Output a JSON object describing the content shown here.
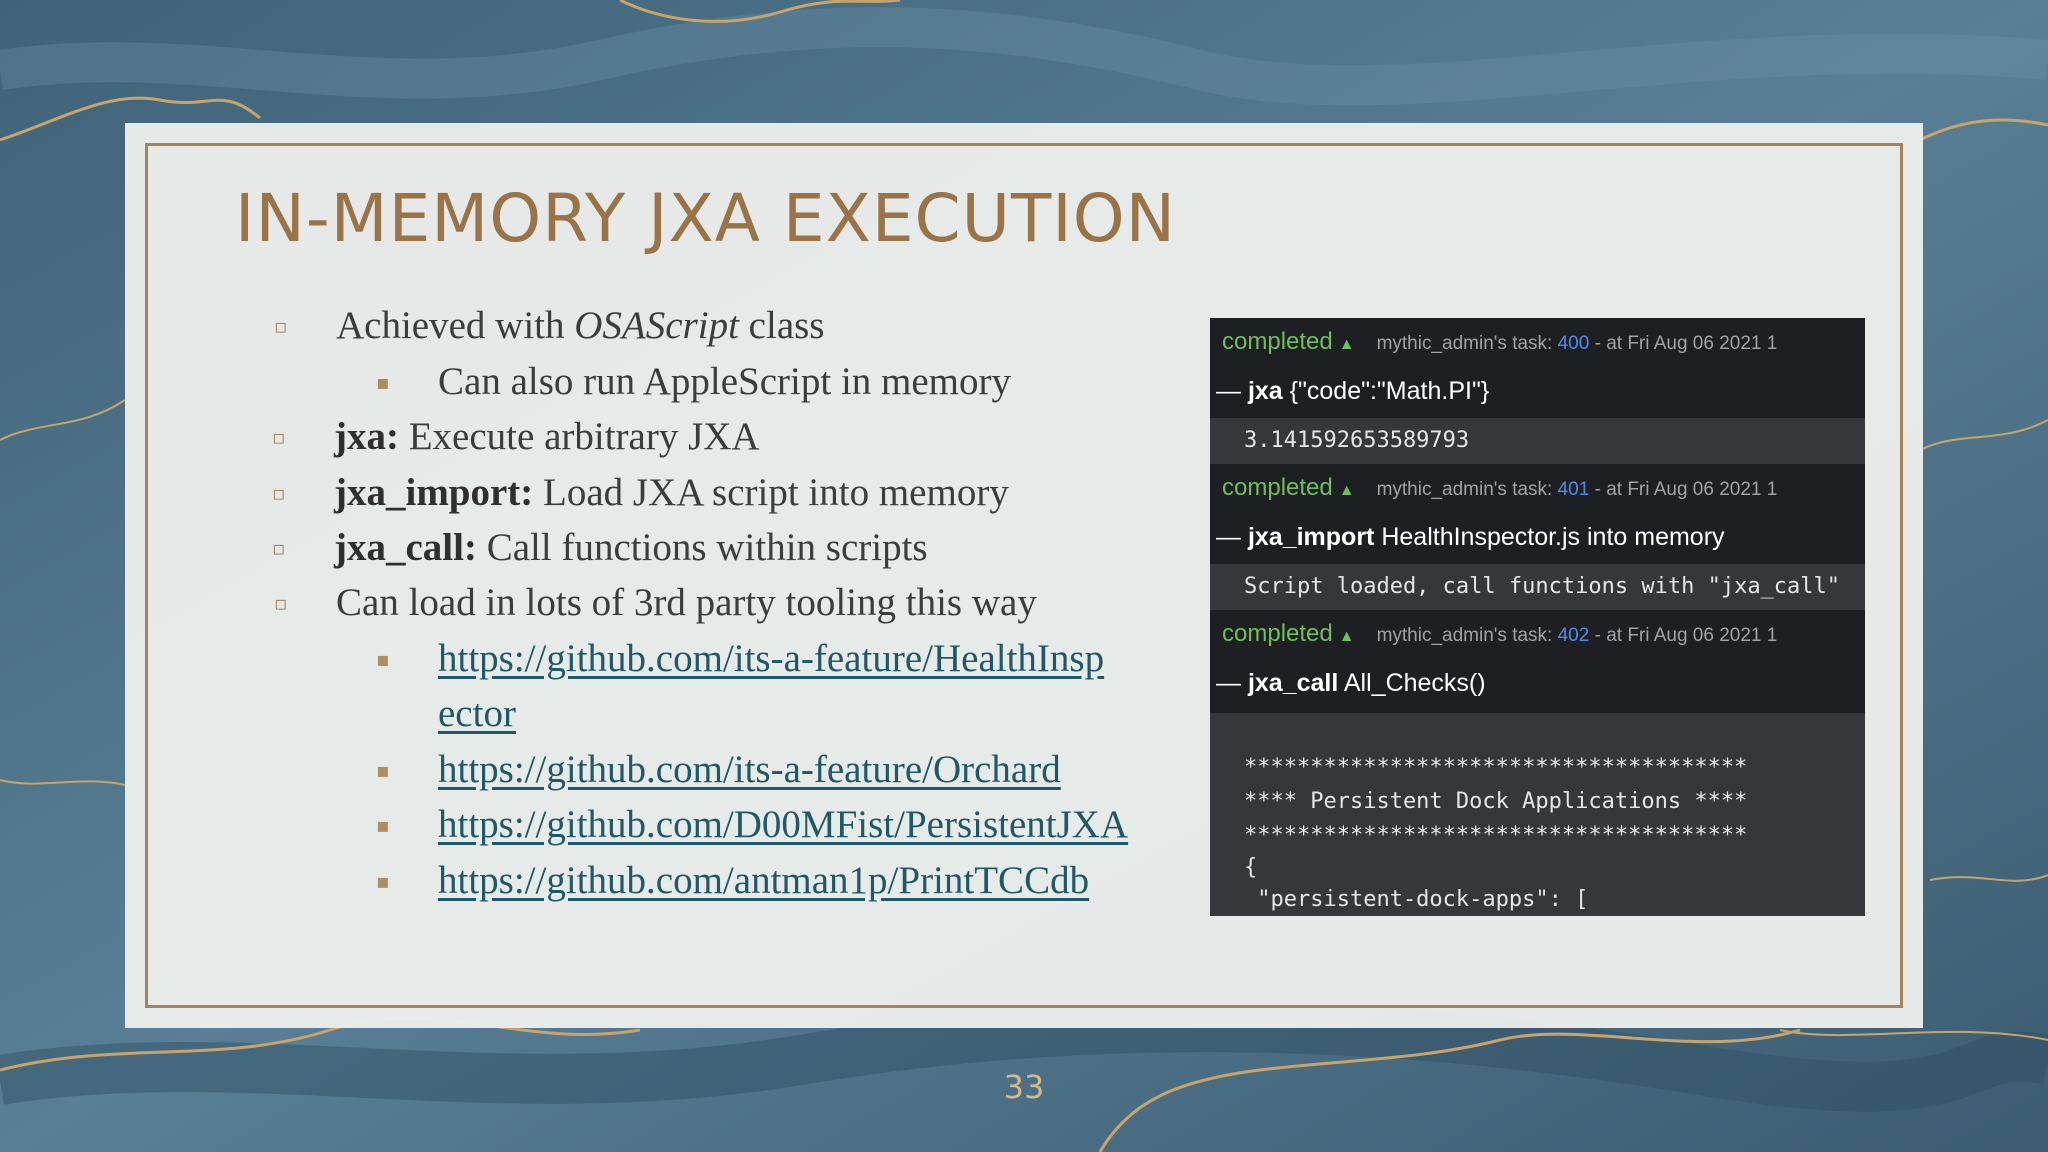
{
  "slide": {
    "title": "IN-MEMORY JXA EXECUTION",
    "page_number": "33"
  },
  "bullets": {
    "b1": {
      "pre": "Achieved with ",
      "em": "OSAScript",
      "post": " class"
    },
    "b1a": "Can also run AppleScript in memory",
    "b2": {
      "bold": "jxa:",
      "text": " Execute arbitrary JXA"
    },
    "b3": {
      "bold": "jxa_import:",
      "text": " Load JXA script into memory"
    },
    "b4": {
      "bold": "jxa_call:",
      "text": " Call functions within scripts"
    },
    "b5": "Can load in lots of 3rd party tooling this way",
    "links": [
      {
        "line1": "https://github.com/its-a-feature/HealthInsp",
        "line2": "ector"
      },
      {
        "line1": "https://github.com/its-a-feature/Orchard"
      },
      {
        "line1": "https://github.com/D00MFist/PersistentJXA"
      },
      {
        "line1": "https://github.com/antman1p/PrintTCCdb"
      }
    ]
  },
  "terminal": {
    "status_label": "completed",
    "tasks": [
      {
        "meta_prefix": "mythic_admin's task: ",
        "id": "400",
        "meta_suffix": " - at Fri Aug 06 2021 1",
        "command": "jxa",
        "args": " {\"code\":\"Math.PI\"}",
        "output": "3.141592653589793"
      },
      {
        "meta_prefix": "mythic_admin's task: ",
        "id": "401",
        "meta_suffix": " - at Fri Aug 06 2021 1",
        "command": "jxa_import",
        "args": " HealthInspector.js into memory",
        "output": "Script loaded, call functions with \"jxa_call\""
      },
      {
        "meta_prefix": "mythic_admin's task: ",
        "id": "402",
        "meta_suffix": " - at Fri Aug 06 2021 1",
        "command": "jxa_call",
        "args": " All_Checks()",
        "output_lines": [
          "**************************************",
          "**** Persistent Dock Applications ****",
          "**************************************",
          "{",
          " \"persistent-dock-apps\": ["
        ]
      }
    ]
  },
  "colors": {
    "title": "#9a7447",
    "link": "#1f5866",
    "status_green": "#6fbf5a",
    "task_id_blue": "#4b8cf0",
    "frame_gold": "#a78457"
  }
}
